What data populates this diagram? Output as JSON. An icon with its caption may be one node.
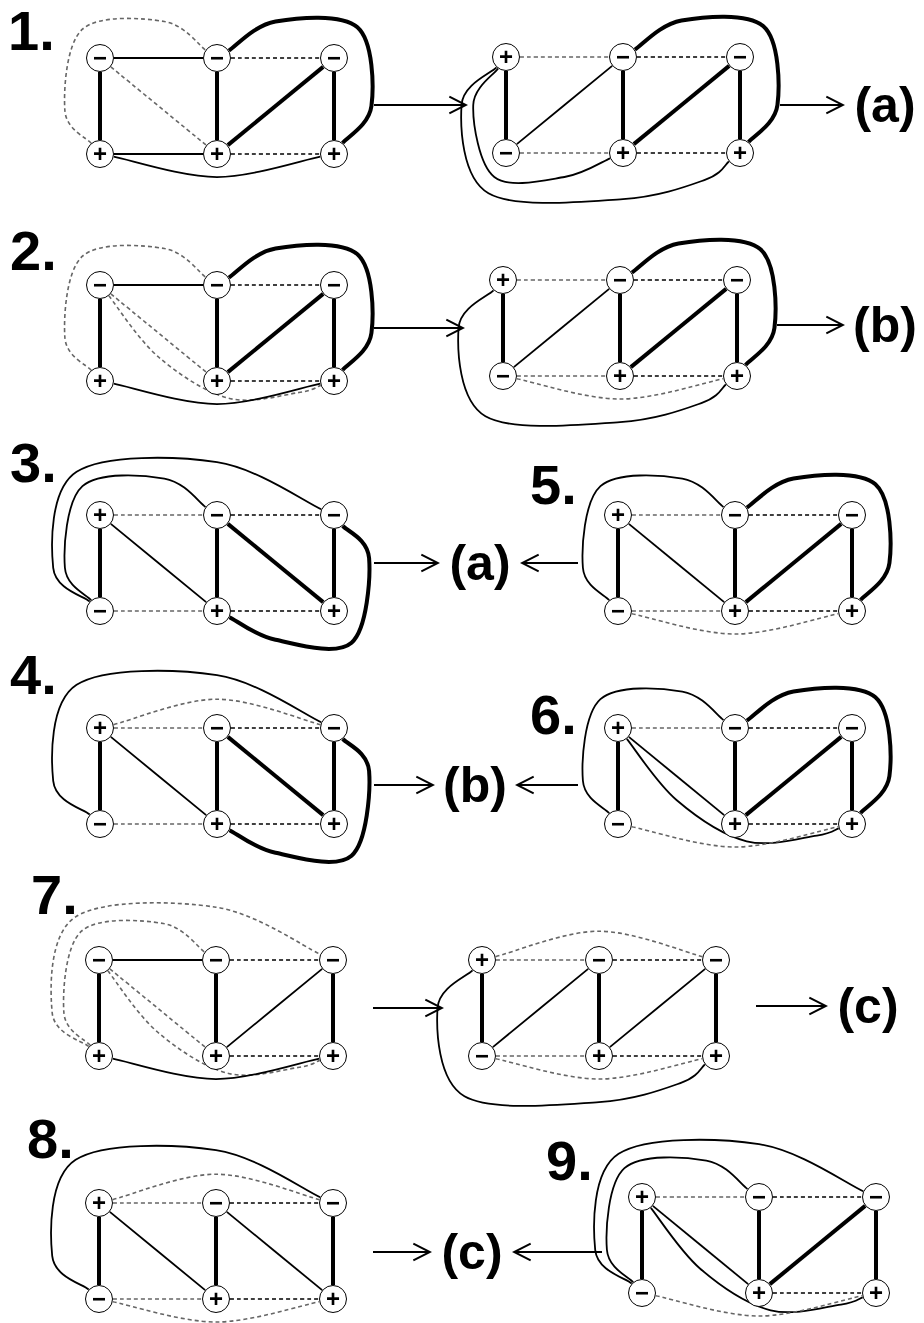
{
  "diagram": {
    "nodes": [
      {
        "text": [],
        "shape": "graph",
        "beside": [
          "1."
        ]
      },
      {
        "text": [
          "−"
        ],
        "in": 0
      },
      {
        "text": [
          "−"
        ],
        "in": 0
      },
      {
        "text": [
          "−"
        ],
        "in": 0
      },
      {
        "text": [
          "+"
        ],
        "in": 0
      },
      {
        "text": [
          "+"
        ],
        "in": 0
      },
      {
        "text": [
          "+"
        ],
        "in": 0
      },
      {
        "text": [],
        "shape": "graph"
      },
      {
        "text": [
          "+"
        ],
        "in": 7
      },
      {
        "text": [
          "−"
        ],
        "in": 7
      },
      {
        "text": [
          "−"
        ],
        "in": 7
      },
      {
        "text": [
          "−"
        ],
        "in": 7
      },
      {
        "text": [
          "+"
        ],
        "in": 7
      },
      {
        "text": [
          "+"
        ],
        "in": 7
      },
      {
        "text": [
          "(a)"
        ]
      },
      {
        "text": [],
        "shape": "graph",
        "beside": [
          "2."
        ]
      },
      {
        "text": [
          "−"
        ],
        "in": 15
      },
      {
        "text": [
          "−"
        ],
        "in": 15
      },
      {
        "text": [
          "−"
        ],
        "in": 15
      },
      {
        "text": [
          "+"
        ],
        "in": 15
      },
      {
        "text": [
          "+"
        ],
        "in": 15
      },
      {
        "text": [
          "+"
        ],
        "in": 15
      },
      {
        "text": [],
        "shape": "graph"
      },
      {
        "text": [
          "+"
        ],
        "in": 22
      },
      {
        "text": [
          "−"
        ],
        "in": 22
      },
      {
        "text": [
          "−"
        ],
        "in": 22
      },
      {
        "text": [
          "−"
        ],
        "in": 22
      },
      {
        "text": [
          "+"
        ],
        "in": 22
      },
      {
        "text": [
          "+"
        ],
        "in": 22
      },
      {
        "text": [
          "(b)"
        ]
      },
      {
        "text": [],
        "shape": "graph",
        "beside": [
          "3."
        ]
      },
      {
        "text": [
          "+"
        ],
        "in": 30
      },
      {
        "text": [
          "−"
        ],
        "in": 30
      },
      {
        "text": [
          "−"
        ],
        "in": 30
      },
      {
        "text": [
          "−"
        ],
        "in": 30
      },
      {
        "text": [
          "+"
        ],
        "in": 30
      },
      {
        "text": [
          "+"
        ],
        "in": 30
      },
      {
        "text": [
          "(a)"
        ]
      },
      {
        "text": [],
        "shape": "graph",
        "beside": [
          "5."
        ]
      },
      {
        "text": [
          "+"
        ],
        "in": 38
      },
      {
        "text": [
          "−"
        ],
        "in": 38
      },
      {
        "text": [
          "−"
        ],
        "in": 38
      },
      {
        "text": [
          "−"
        ],
        "in": 38
      },
      {
        "text": [
          "+"
        ],
        "in": 38
      },
      {
        "text": [
          "+"
        ],
        "in": 38
      },
      {
        "text": [],
        "shape": "graph",
        "beside": [
          "4."
        ]
      },
      {
        "text": [
          "+"
        ],
        "in": 45
      },
      {
        "text": [
          "−"
        ],
        "in": 45
      },
      {
        "text": [
          "−"
        ],
        "in": 45
      },
      {
        "text": [
          "−"
        ],
        "in": 45
      },
      {
        "text": [
          "+"
        ],
        "in": 45
      },
      {
        "text": [
          "+"
        ],
        "in": 45
      },
      {
        "text": [
          "(b)"
        ]
      },
      {
        "text": [],
        "shape": "graph",
        "beside": [
          "6."
        ]
      },
      {
        "text": [
          "+"
        ],
        "in": 53
      },
      {
        "text": [
          "−"
        ],
        "in": 53
      },
      {
        "text": [
          "−"
        ],
        "in": 53
      },
      {
        "text": [
          "−"
        ],
        "in": 53
      },
      {
        "text": [
          "+"
        ],
        "in": 53
      },
      {
        "text": [
          "+"
        ],
        "in": 53
      },
      {
        "text": [],
        "shape": "graph",
        "beside": [
          "7."
        ]
      },
      {
        "text": [
          "−"
        ],
        "in": 60
      },
      {
        "text": [
          "−"
        ],
        "in": 60
      },
      {
        "text": [
          "−"
        ],
        "in": 60
      },
      {
        "text": [
          "+"
        ],
        "in": 60
      },
      {
        "text": [
          "+"
        ],
        "in": 60
      },
      {
        "text": [
          "+"
        ],
        "in": 60
      },
      {
        "text": [],
        "shape": "graph"
      },
      {
        "text": [
          "+"
        ],
        "in": 67
      },
      {
        "text": [
          "−"
        ],
        "in": 67
      },
      {
        "text": [
          "−"
        ],
        "in": 67
      },
      {
        "text": [
          "−"
        ],
        "in": 67
      },
      {
        "text": [
          "+"
        ],
        "in": 67
      },
      {
        "text": [
          "+"
        ],
        "in": 67
      },
      {
        "text": [
          "(c)"
        ]
      },
      {
        "text": [],
        "shape": "graph",
        "beside": [
          "8."
        ]
      },
      {
        "text": [
          "+"
        ],
        "in": 75
      },
      {
        "text": [
          "−"
        ],
        "in": 75
      },
      {
        "text": [
          "−"
        ],
        "in": 75
      },
      {
        "text": [
          "−"
        ],
        "in": 75
      },
      {
        "text": [
          "+"
        ],
        "in": 75
      },
      {
        "text": [
          "+"
        ],
        "in": 75
      },
      {
        "text": [
          "(c)"
        ]
      },
      {
        "text": [],
        "shape": "graph",
        "beside": [
          "9."
        ]
      },
      {
        "text": [
          "+"
        ],
        "in": 83
      },
      {
        "text": [
          "−"
        ],
        "in": 83
      },
      {
        "text": [
          "−"
        ],
        "in": 83
      },
      {
        "text": [
          "−"
        ],
        "in": 83
      },
      {
        "text": [
          "+"
        ],
        "in": 83
      },
      {
        "text": [
          "+"
        ],
        "in": 83
      }
    ],
    "edges": [
      {
        "from": 1,
        "to": 2,
        "arrow": "none"
      },
      {
        "from": 2,
        "to": 3,
        "arrow": "none",
        "style": "dashed"
      },
      {
        "from": 1,
        "to": 4,
        "arrow": "none",
        "style": "thick"
      },
      {
        "from": 2,
        "to": 5,
        "arrow": "none",
        "style": "thick"
      },
      {
        "from": 3,
        "to": 6,
        "arrow": "none",
        "style": "thick"
      },
      {
        "from": 4,
        "to": 5,
        "arrow": "none"
      },
      {
        "from": 5,
        "to": 6,
        "arrow": "none",
        "style": "dashed"
      },
      {
        "from": 1,
        "to": 5,
        "arrow": "none",
        "style": "dashed",
        "color": "#666666"
      },
      {
        "from": 3,
        "to": 5,
        "arrow": "none",
        "style": "thick"
      },
      {
        "from": 4,
        "to": 2,
        "arrow": "none",
        "style": "dashed",
        "color": "#666666"
      },
      {
        "from": 2,
        "to": 6,
        "arrow": "none",
        "style": "thick"
      },
      {
        "from": 4,
        "to": 6,
        "arrow": "none"
      },
      {
        "from": 8,
        "to": 9,
        "arrow": "none",
        "style": "dashed",
        "color": "#666666"
      },
      {
        "from": 9,
        "to": 10,
        "arrow": "none",
        "style": "dashed"
      },
      {
        "from": 8,
        "to": 11,
        "arrow": "none",
        "style": "thick"
      },
      {
        "from": 9,
        "to": 12,
        "arrow": "none",
        "style": "thick"
      },
      {
        "from": 10,
        "to": 13,
        "arrow": "none",
        "style": "thick"
      },
      {
        "from": 11,
        "to": 12,
        "arrow": "none",
        "style": "dashed",
        "color": "#666666"
      },
      {
        "from": 12,
        "to": 13,
        "arrow": "none",
        "style": "dashed"
      },
      {
        "from": 11,
        "to": 9,
        "arrow": "none"
      },
      {
        "from": 10,
        "to": 12,
        "arrow": "none",
        "style": "thick"
      },
      {
        "from": 9,
        "to": 13,
        "arrow": "none",
        "style": "thick"
      },
      {
        "from": 8,
        "to": 12,
        "arrow": "none"
      },
      {
        "from": 8,
        "to": 13,
        "arrow": "none"
      },
      {
        "from": 16,
        "to": 17,
        "arrow": "none"
      },
      {
        "from": 17,
        "to": 18,
        "arrow": "none",
        "style": "dashed"
      },
      {
        "from": 16,
        "to": 19,
        "arrow": "none",
        "style": "thick"
      },
      {
        "from": 17,
        "to": 20,
        "arrow": "none",
        "style": "thick"
      },
      {
        "from": 18,
        "to": 21,
        "arrow": "none",
        "style": "thick"
      },
      {
        "from": 20,
        "to": 21,
        "arrow": "none",
        "style": "dashed"
      },
      {
        "from": 18,
        "to": 20,
        "arrow": "none",
        "style": "thick"
      },
      {
        "from": 16,
        "to": 20,
        "arrow": "none",
        "style": "dashed",
        "color": "#666666"
      },
      {
        "from": 16,
        "to": 21,
        "arrow": "none",
        "style": "dashed",
        "color": "#666666"
      },
      {
        "from": 19,
        "to": 17,
        "arrow": "none",
        "style": "dashed",
        "color": "#666666"
      },
      {
        "from": 17,
        "to": 21,
        "arrow": "none",
        "style": "thick"
      },
      {
        "from": 19,
        "to": 21,
        "arrow": "none"
      },
      {
        "from": 23,
        "to": 24,
        "arrow": "none",
        "style": "dashed",
        "color": "#666666"
      },
      {
        "from": 24,
        "to": 25,
        "arrow": "none",
        "style": "dashed"
      },
      {
        "from": 23,
        "to": 26,
        "arrow": "none",
        "style": "thick"
      },
      {
        "from": 24,
        "to": 27,
        "arrow": "none",
        "style": "thick"
      },
      {
        "from": 25,
        "to": 28,
        "arrow": "none",
        "style": "thick"
      },
      {
        "from": 26,
        "to": 27,
        "arrow": "none",
        "style": "dashed",
        "color": "#666666"
      },
      {
        "from": 27,
        "to": 28,
        "arrow": "none",
        "style": "dashed"
      },
      {
        "from": 26,
        "to": 24,
        "arrow": "none"
      },
      {
        "from": 25,
        "to": 27,
        "arrow": "none",
        "style": "thick"
      },
      {
        "from": 26,
        "to": 28,
        "arrow": "none",
        "style": "dashed",
        "color": "#666666"
      },
      {
        "from": 24,
        "to": 28,
        "arrow": "none",
        "style": "thick"
      },
      {
        "from": 23,
        "to": 28,
        "arrow": "none"
      },
      {
        "from": 31,
        "to": 32,
        "arrow": "none",
        "style": "dashed",
        "color": "#666666"
      },
      {
        "from": 32,
        "to": 33,
        "arrow": "none",
        "style": "dashed"
      },
      {
        "from": 31,
        "to": 34,
        "arrow": "none",
        "style": "thick"
      },
      {
        "from": 32,
        "to": 35,
        "arrow": "none",
        "style": "thick"
      },
      {
        "from": 33,
        "to": 36,
        "arrow": "none",
        "style": "thick"
      },
      {
        "from": 34,
        "to": 35,
        "arrow": "none",
        "style": "dashed",
        "color": "#666666"
      },
      {
        "from": 35,
        "to": 36,
        "arrow": "none",
        "style": "dashed"
      },
      {
        "from": 31,
        "to": 35,
        "arrow": "none"
      },
      {
        "from": 32,
        "to": 36,
        "arrow": "none",
        "style": "thick"
      },
      {
        "from": 34,
        "to": 32,
        "arrow": "none"
      },
      {
        "from": 34,
        "to": 33,
        "arrow": "none"
      },
      {
        "from": 33,
        "to": 35,
        "arrow": "none",
        "style": "thick"
      },
      {
        "from": 39,
        "to": 40,
        "arrow": "none",
        "style": "dashed",
        "color": "#666666"
      },
      {
        "from": 40,
        "to": 41,
        "arrow": "none",
        "style": "dashed"
      },
      {
        "from": 39,
        "to": 42,
        "arrow": "none",
        "style": "thick"
      },
      {
        "from": 40,
        "to": 43,
        "arrow": "none",
        "style": "thick"
      },
      {
        "from": 41,
        "to": 44,
        "arrow": "none",
        "style": "thick"
      },
      {
        "from": 42,
        "to": 43,
        "arrow": "none",
        "style": "dashed",
        "color": "#666666"
      },
      {
        "from": 43,
        "to": 44,
        "arrow": "none",
        "style": "dashed"
      },
      {
        "from": 39,
        "to": 43,
        "arrow": "none"
      },
      {
        "from": 41,
        "to": 43,
        "arrow": "none",
        "style": "thick"
      },
      {
        "from": 42,
        "to": 40,
        "arrow": "none"
      },
      {
        "from": 40,
        "to": 44,
        "arrow": "none",
        "style": "thick"
      },
      {
        "from": 42,
        "to": 44,
        "arrow": "none",
        "style": "dashed",
        "color": "#666666"
      },
      {
        "from": 46,
        "to": 47,
        "arrow": "none",
        "style": "dashed",
        "color": "#666666"
      },
      {
        "from": 47,
        "to": 48,
        "arrow": "none",
        "style": "dashed"
      },
      {
        "from": 46,
        "to": 49,
        "arrow": "none",
        "style": "thick"
      },
      {
        "from": 47,
        "to": 50,
        "arrow": "none",
        "style": "thick"
      },
      {
        "from": 48,
        "to": 51,
        "arrow": "none",
        "style": "thick"
      },
      {
        "from": 49,
        "to": 50,
        "arrow": "none",
        "style": "dashed",
        "color": "#666666"
      },
      {
        "from": 50,
        "to": 51,
        "arrow": "none",
        "style": "dashed"
      },
      {
        "from": 46,
        "to": 50,
        "arrow": "none"
      },
      {
        "from": 47,
        "to": 51,
        "arrow": "none",
        "style": "thick"
      },
      {
        "from": 46,
        "to": 48,
        "arrow": "none",
        "style": "dashed",
        "color": "#666666"
      },
      {
        "from": 49,
        "to": 48,
        "arrow": "none"
      },
      {
        "from": 48,
        "to": 50,
        "arrow": "none",
        "style": "thick"
      },
      {
        "from": 54,
        "to": 55,
        "arrow": "none",
        "style": "dashed",
        "color": "#666666"
      },
      {
        "from": 55,
        "to": 56,
        "arrow": "none",
        "style": "dashed"
      },
      {
        "from": 54,
        "to": 57,
        "arrow": "none",
        "style": "thick"
      },
      {
        "from": 55,
        "to": 58,
        "arrow": "none",
        "style": "thick"
      },
      {
        "from": 56,
        "to": 59,
        "arrow": "none",
        "style": "thick"
      },
      {
        "from": 58,
        "to": 59,
        "arrow": "none",
        "style": "dashed"
      },
      {
        "from": 54,
        "to": 58,
        "arrow": "none"
      },
      {
        "from": 56,
        "to": 58,
        "arrow": "none",
        "style": "thick"
      },
      {
        "from": 55,
        "to": 59,
        "arrow": "none",
        "style": "thick"
      },
      {
        "from": 57,
        "to": 55,
        "arrow": "none"
      },
      {
        "from": 54,
        "to": 59,
        "arrow": "none"
      },
      {
        "from": 57,
        "to": 59,
        "arrow": "none",
        "style": "dashed",
        "color": "#666666"
      },
      {
        "from": 61,
        "to": 62,
        "arrow": "none"
      },
      {
        "from": 62,
        "to": 63,
        "arrow": "none",
        "style": "dashed"
      },
      {
        "from": 61,
        "to": 64,
        "arrow": "none",
        "style": "thick"
      },
      {
        "from": 62,
        "to": 65,
        "arrow": "none",
        "style": "thick"
      },
      {
        "from": 63,
        "to": 66,
        "arrow": "none",
        "style": "thick"
      },
      {
        "from": 65,
        "to": 66,
        "arrow": "none",
        "style": "dashed"
      },
      {
        "from": 63,
        "to": 65,
        "arrow": "none"
      },
      {
        "from": 61,
        "to": 65,
        "arrow": "none",
        "style": "dashed",
        "color": "#666666"
      },
      {
        "from": 61,
        "to": 66,
        "arrow": "none",
        "style": "dashed",
        "color": "#666666"
      },
      {
        "from": 64,
        "to": 62,
        "arrow": "none",
        "style": "dashed",
        "color": "#666666"
      },
      {
        "from": 64,
        "to": 63,
        "arrow": "none",
        "style": "dashed",
        "color": "#666666"
      },
      {
        "from": 64,
        "to": 66,
        "arrow": "none"
      },
      {
        "from": 68,
        "to": 69,
        "arrow": "none",
        "style": "dashed",
        "color": "#666666"
      },
      {
        "from": 69,
        "to": 70,
        "arrow": "none",
        "style": "dashed"
      },
      {
        "from": 68,
        "to": 71,
        "arrow": "none",
        "style": "thick"
      },
      {
        "from": 69,
        "to": 72,
        "arrow": "none",
        "style": "thick"
      },
      {
        "from": 70,
        "to": 73,
        "arrow": "none",
        "style": "thick"
      },
      {
        "from": 71,
        "to": 72,
        "arrow": "none",
        "style": "dashed",
        "color": "#666666"
      },
      {
        "from": 72,
        "to": 73,
        "arrow": "none",
        "style": "dashed"
      },
      {
        "from": 71,
        "to": 69,
        "arrow": "none"
      },
      {
        "from": 72,
        "to": 70,
        "arrow": "none"
      },
      {
        "from": 68,
        "to": 70,
        "arrow": "none",
        "style": "dashed",
        "color": "#666666"
      },
      {
        "from": 71,
        "to": 73,
        "arrow": "none",
        "style": "dashed",
        "color": "#666666"
      },
      {
        "from": 68,
        "to": 73,
        "arrow": "none"
      },
      {
        "from": 76,
        "to": 77,
        "arrow": "none",
        "style": "dashed",
        "color": "#666666"
      },
      {
        "from": 77,
        "to": 78,
        "arrow": "none",
        "style": "dashed"
      },
      {
        "from": 76,
        "to": 79,
        "arrow": "none",
        "style": "thick"
      },
      {
        "from": 77,
        "to": 80,
        "arrow": "none",
        "style": "thick"
      },
      {
        "from": 78,
        "to": 81,
        "arrow": "none",
        "style": "thick"
      },
      {
        "from": 79,
        "to": 80,
        "arrow": "none",
        "style": "dashed",
        "color": "#666666"
      },
      {
        "from": 80,
        "to": 81,
        "arrow": "none",
        "style": "dashed"
      },
      {
        "from": 76,
        "to": 80,
        "arrow": "none"
      },
      {
        "from": 77,
        "to": 81,
        "arrow": "none"
      },
      {
        "from": 76,
        "to": 78,
        "arrow": "none",
        "style": "dashed",
        "color": "#666666"
      },
      {
        "from": 79,
        "to": 78,
        "arrow": "none"
      },
      {
        "from": 79,
        "to": 81,
        "arrow": "none",
        "style": "dashed",
        "color": "#666666"
      },
      {
        "from": 84,
        "to": 85,
        "arrow": "none",
        "style": "dashed",
        "color": "#666666"
      },
      {
        "from": 85,
        "to": 86,
        "arrow": "none",
        "style": "dashed"
      },
      {
        "from": 84,
        "to": 87,
        "arrow": "none",
        "style": "thick"
      },
      {
        "from": 85,
        "to": 88,
        "arrow": "none",
        "style": "thick"
      },
      {
        "from": 86,
        "to": 89,
        "arrow": "none",
        "style": "thick"
      },
      {
        "from": 88,
        "to": 89,
        "arrow": "none",
        "style": "dashed"
      },
      {
        "from": 84,
        "to": 88,
        "arrow": "none"
      },
      {
        "from": 86,
        "to": 88,
        "arrow": "none",
        "style": "thick"
      },
      {
        "from": 87,
        "to": 85,
        "arrow": "none"
      },
      {
        "from": 87,
        "to": 86,
        "arrow": "none"
      },
      {
        "from": 84,
        "to": 89,
        "arrow": "none"
      },
      {
        "from": 87,
        "to": 89,
        "arrow": "none",
        "style": "dashed",
        "color": "#666666"
      },
      {
        "from": 0,
        "to": 7,
        "arrow": "to"
      },
      {
        "from": 7,
        "to": 14,
        "arrow": "to"
      },
      {
        "from": 15,
        "to": 22,
        "arrow": "to"
      },
      {
        "from": 22,
        "to": 29,
        "arrow": "to"
      },
      {
        "from": 30,
        "to": 37,
        "arrow": "to"
      },
      {
        "from": 38,
        "to": 37,
        "arrow": "to"
      },
      {
        "from": 45,
        "to": 52,
        "arrow": "to"
      },
      {
        "from": 53,
        "to": 52,
        "arrow": "to"
      },
      {
        "from": 60,
        "to": 67,
        "arrow": "to"
      },
      {
        "from": 67,
        "to": 74,
        "arrow": "to"
      },
      {
        "from": 75,
        "to": 82,
        "arrow": "to"
      },
      {
        "from": 83,
        "to": 82,
        "arrow": "to"
      }
    ]
  }
}
